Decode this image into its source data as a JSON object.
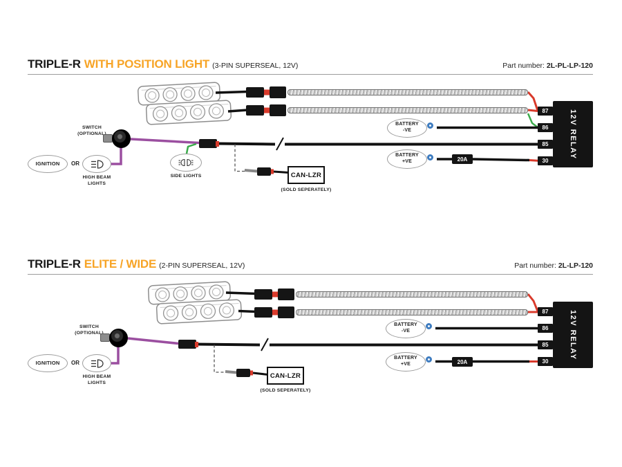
{
  "colors": {
    "accent": "#f7a426",
    "wire_purple": "#9b4fa0",
    "wire_green": "#3aaa4a",
    "wire_red": "#d93a2b",
    "ink": "#1a1a1a"
  },
  "diagrams": [
    {
      "title_main": "TRIPLE-R",
      "title_accent": "WITH POSITION LIGHT",
      "title_sub": "(3-PIN SUPERSEAL, 12V)",
      "part_label": "Part number: ",
      "part_number": "2L-PL-LP-120",
      "relay": {
        "label": "12V RELAY",
        "pins": [
          "87",
          "86",
          "85",
          "30"
        ]
      },
      "battery_neg": {
        "line1": "BATTERY",
        "line2": "-VE"
      },
      "battery_pos": {
        "line1": "BATTERY",
        "line2": "+VE"
      },
      "fuse": "20A",
      "switch_label": {
        "line1": "SWITCH",
        "line2": "(OPTIONAL)"
      },
      "ignition": "IGNITION",
      "or": "OR",
      "high_beam": {
        "line1": "HIGH BEAM",
        "line2": "LIGHTS"
      },
      "side_lights": "SIDE LIGHTS",
      "can_module": "CAN-LZR",
      "sold_separately": "(SOLD SEPERATELY)"
    },
    {
      "title_main": "TRIPLE-R",
      "title_accent": "ELITE / WIDE",
      "title_sub": "(2-PIN SUPERSEAL, 12V)",
      "part_label": "Part number: ",
      "part_number": "2L-LP-120",
      "relay": {
        "label": "12V RELAY",
        "pins": [
          "87",
          "86",
          "85",
          "30"
        ]
      },
      "battery_neg": {
        "line1": "BATTERY",
        "line2": "-VE"
      },
      "battery_pos": {
        "line1": "BATTERY",
        "line2": "+VE"
      },
      "fuse": "20A",
      "switch_label": {
        "line1": "SWITCH",
        "line2": "(OPTIONAL)"
      },
      "ignition": "IGNITION",
      "or": "OR",
      "high_beam": {
        "line1": "HIGH BEAM",
        "line2": "LIGHTS"
      },
      "can_module": "CAN-LZR",
      "sold_separately": "(SOLD SEPERATELY)"
    }
  ]
}
